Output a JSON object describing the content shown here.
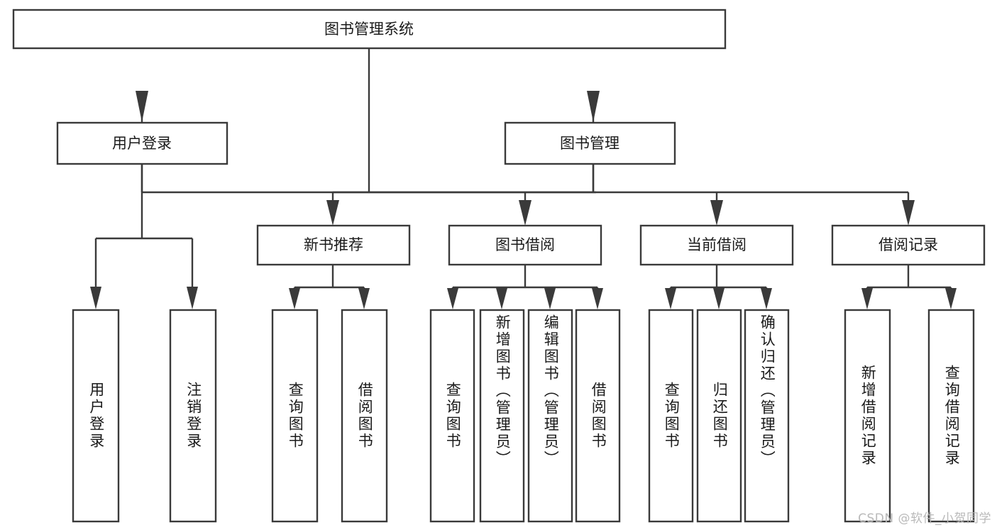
{
  "diagram": {
    "type": "tree",
    "title": "图书管理系统",
    "root": {
      "id": "root",
      "label": "图书管理系统",
      "orientation": "horizontal"
    },
    "level1": [
      {
        "id": "user-login",
        "label": "用户登录",
        "orientation": "horizontal"
      },
      {
        "id": "book-manage",
        "label": "图书管理",
        "orientation": "horizontal"
      }
    ],
    "level2": [
      {
        "id": "new-book-recommend",
        "label": "新书推荐",
        "orientation": "horizontal",
        "parent": "book-manage"
      },
      {
        "id": "book-borrow",
        "label": "图书借阅",
        "orientation": "horizontal",
        "parent": "book-manage"
      },
      {
        "id": "current-borrow",
        "label": "当前借阅",
        "orientation": "horizontal",
        "parent": "book-manage"
      },
      {
        "id": "borrow-record",
        "label": "借阅记录",
        "orientation": "horizontal",
        "parent": "book-manage"
      }
    ],
    "leaves": [
      {
        "id": "leaf-user-login",
        "label": "用户登录",
        "orientation": "vertical",
        "parent": "user-login"
      },
      {
        "id": "leaf-user-logout",
        "label": "注销登录",
        "orientation": "vertical",
        "parent": "user-login"
      },
      {
        "id": "leaf-query-book-1",
        "label": "查询图书",
        "orientation": "vertical",
        "parent": "new-book-recommend"
      },
      {
        "id": "leaf-borrow-book-1",
        "label": "借阅图书",
        "orientation": "vertical",
        "parent": "new-book-recommend"
      },
      {
        "id": "leaf-query-book-2",
        "label": "查询图书",
        "orientation": "vertical",
        "parent": "book-borrow"
      },
      {
        "id": "leaf-add-book",
        "label": "新增图书（管理员）",
        "orientation": "vertical",
        "parent": "book-borrow"
      },
      {
        "id": "leaf-edit-book",
        "label": "编辑图书（管理员）",
        "orientation": "vertical",
        "parent": "book-borrow"
      },
      {
        "id": "leaf-borrow-book-2",
        "label": "借阅图书",
        "orientation": "vertical",
        "parent": "book-borrow"
      },
      {
        "id": "leaf-query-book-3",
        "label": "查询图书",
        "orientation": "vertical",
        "parent": "current-borrow"
      },
      {
        "id": "leaf-return-book",
        "label": "归还图书",
        "orientation": "vertical",
        "parent": "current-borrow"
      },
      {
        "id": "leaf-confirm-return",
        "label": "确认归还（管理员）",
        "orientation": "vertical",
        "parent": "current-borrow"
      },
      {
        "id": "leaf-add-record",
        "label": "新增借阅记录",
        "orientation": "vertical",
        "parent": "borrow-record"
      },
      {
        "id": "leaf-query-record",
        "label": "查询借阅记录",
        "orientation": "vertical",
        "parent": "borrow-record"
      }
    ],
    "colors": {
      "box_stroke": "#3a3a3a",
      "box_fill": "#ffffff",
      "text": "#1a1a1a",
      "background": "#ffffff",
      "watermark": "#b9b9b9"
    }
  },
  "watermark": {
    "text": "CSDN @软件_小贺同学"
  }
}
